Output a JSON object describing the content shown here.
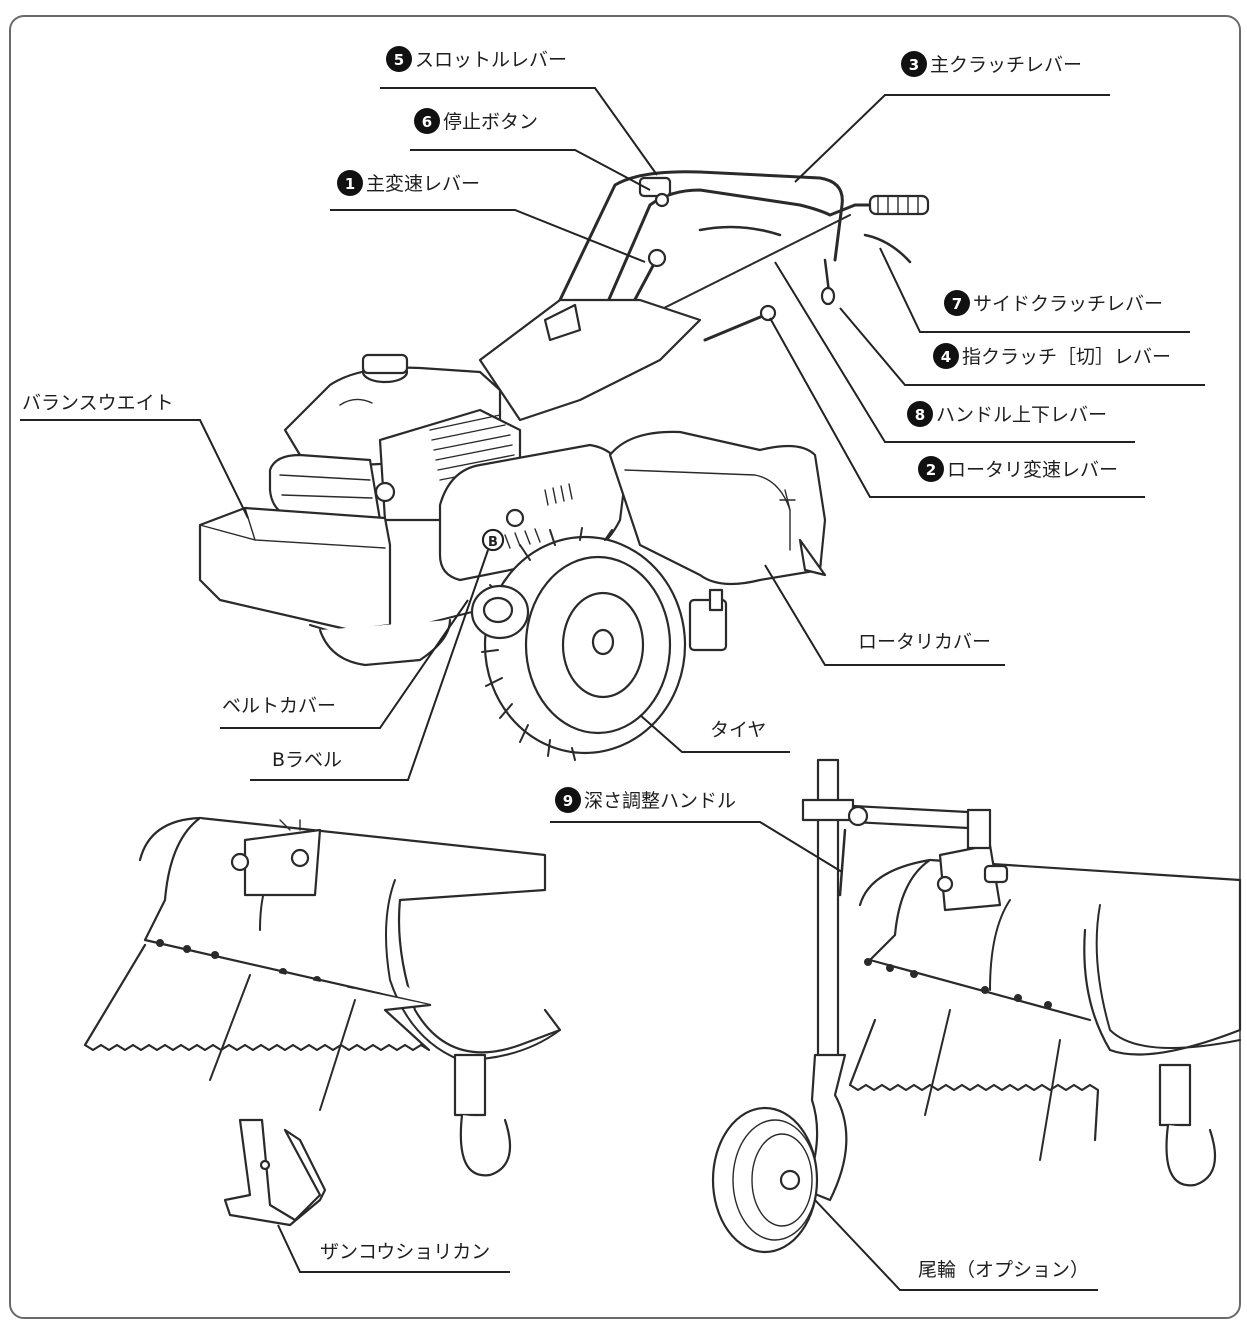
{
  "labels": {
    "throttle_lever": "スロットルレバー",
    "main_clutch_lever": "主クラッチレバー",
    "stop_button": "停止ボタン",
    "main_shift_lever": "主変速レバー",
    "side_clutch_lever": "サイドクラッチレバー",
    "finger_clutch_lever": "指クラッチ［切］レバー",
    "handle_updown_lever": "ハンドル上下レバー",
    "rotary_shift_lever": "ロータリ変速レバー",
    "balance_weight": "バランスウエイト",
    "rotary_cover": "ロータリカバー",
    "belt_cover": "ベルトカバー",
    "tire": "タイヤ",
    "b_label": "Bラベル",
    "depth_handle": "深さ調整ハンドル",
    "zankou_shorikan": "ザンコウショリカン",
    "tail_wheel": "尾輪（オプション）"
  },
  "numbers": {
    "throttle_lever": "5",
    "main_clutch_lever": "3",
    "stop_button": "6",
    "main_shift_lever": "1",
    "side_clutch_lever": "7",
    "finger_clutch_lever": "4",
    "handle_updown_lever": "8",
    "rotary_shift_lever": "2",
    "depth_handle": "9"
  },
  "b_mark": "B"
}
